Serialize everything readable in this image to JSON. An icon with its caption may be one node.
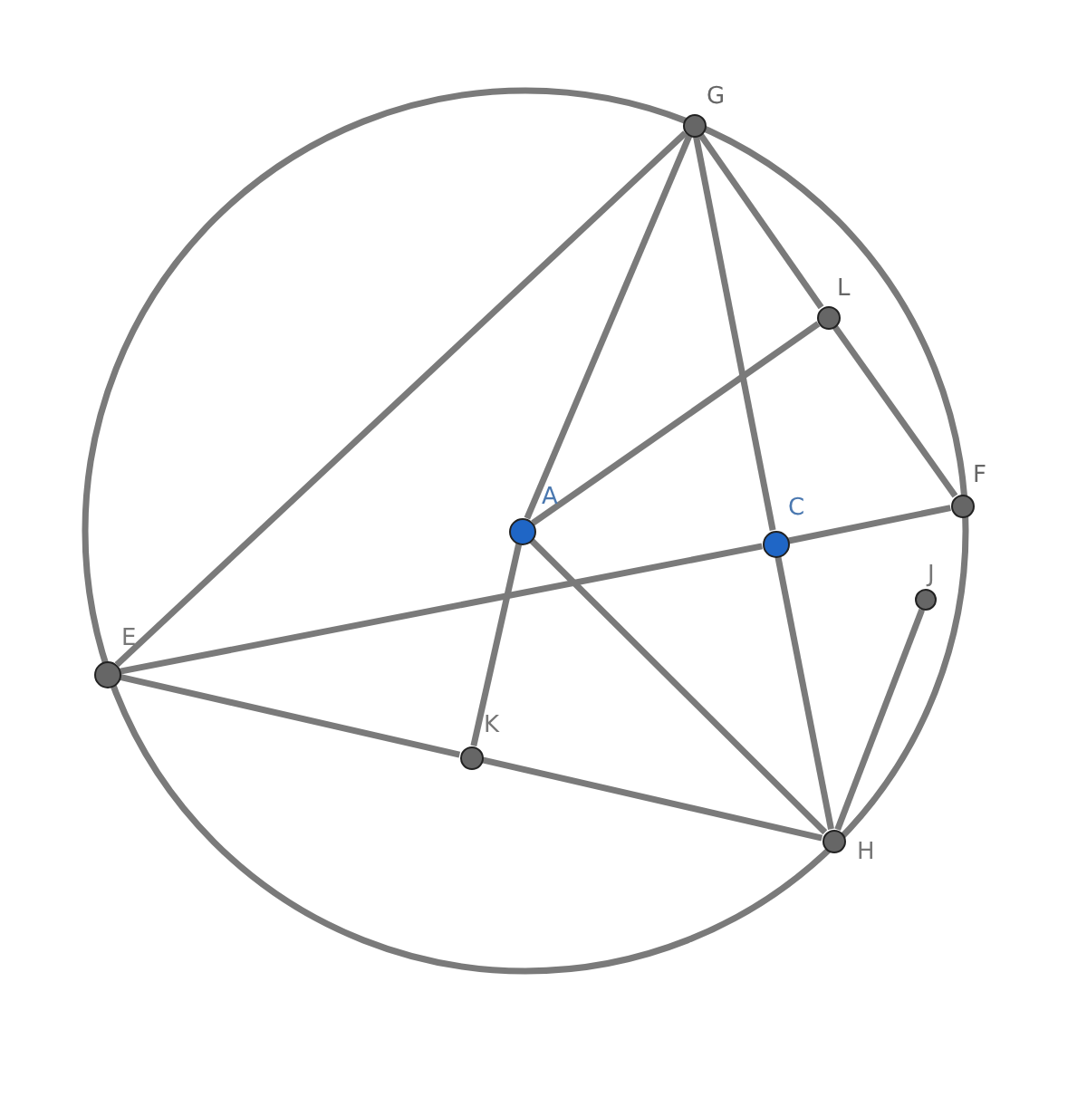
{
  "diagram": {
    "nodes": [
      {
        "text": [
          "G"
        ]
      },
      {
        "text": [
          "L"
        ]
      },
      {
        "text": [
          "F"
        ]
      },
      {
        "text": [
          "A"
        ]
      },
      {
        "text": [
          "C"
        ]
      },
      {
        "text": [
          "J"
        ]
      },
      {
        "text": [
          "E"
        ]
      },
      {
        "text": [
          "K"
        ]
      },
      {
        "text": [
          "H"
        ]
      }
    ],
    "edges": [
      {
        "from": 6,
        "to": 0,
        "arrow": "none"
      },
      {
        "from": 0,
        "to": 3,
        "arrow": "none"
      },
      {
        "from": 0,
        "to": 1,
        "arrow": "none"
      },
      {
        "from": 1,
        "to": 2,
        "arrow": "none"
      },
      {
        "from": 0,
        "to": 4,
        "arrow": "none"
      },
      {
        "from": 4,
        "to": 8,
        "arrow": "none"
      },
      {
        "from": 3,
        "to": 1,
        "arrow": "none"
      },
      {
        "from": 3,
        "to": 7,
        "arrow": "none"
      },
      {
        "from": 6,
        "to": 7,
        "arrow": "none"
      },
      {
        "from": 7,
        "to": 8,
        "arrow": "none"
      },
      {
        "from": 3,
        "to": 8,
        "arrow": "none"
      },
      {
        "from": 6,
        "to": 4,
        "arrow": "none"
      },
      {
        "from": 4,
        "to": 2,
        "arrow": "none"
      },
      {
        "from": 8,
        "to": 5,
        "arrow": "none"
      }
    ]
  }
}
